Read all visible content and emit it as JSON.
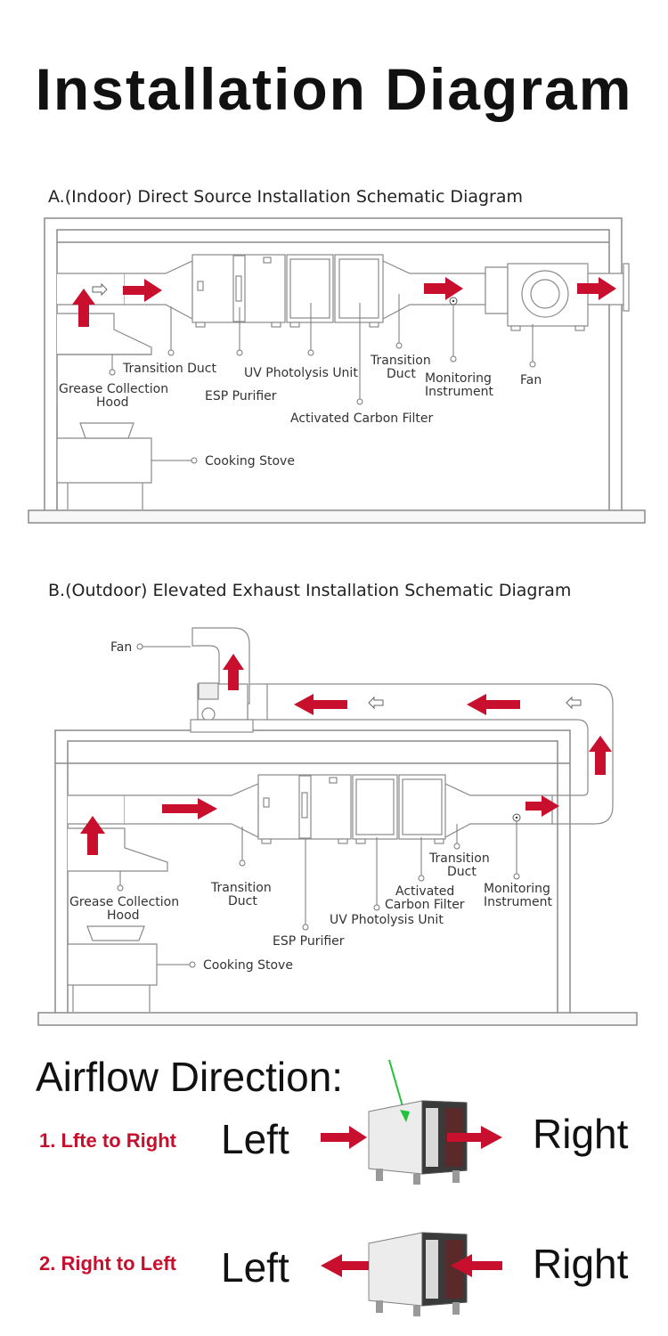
{
  "page_title": "Installation Diagram",
  "section_a": {
    "title": "A.(Indoor) Direct Source Installation Schematic Diagram",
    "labels": {
      "transition_duct_1": "Transition Duct",
      "grease_hood_1": "Grease Collection",
      "grease_hood_2": "Hood",
      "uv_unit": "UV Photolysis Unit",
      "esp": "ESP Purifier",
      "transition_duct_2a": "Transition",
      "transition_duct_2b": "Duct",
      "monitor_a": "Monitoring",
      "monitor_b": "Instrument",
      "fan": "Fan",
      "carbon": "Activated Carbon Filter",
      "stove": "Cooking Stove"
    }
  },
  "section_b": {
    "title": "B.(Outdoor) Elevated Exhaust Installation Schematic Diagram",
    "labels": {
      "fan": "Fan",
      "grease_hood_1": "Grease Collection",
      "grease_hood_2": "Hood",
      "transition_duct_1a": "Transition",
      "transition_duct_1b": "Duct",
      "esp": "ESP Purifier",
      "uv_unit": "UV Photolysis Unit",
      "carbon_a": "Activated",
      "carbon_b": "Carbon Filter",
      "transition_duct_2a": "Transition",
      "transition_duct_2b": "Duct",
      "monitor_a": "Monitoring",
      "monitor_b": "Instrument",
      "stove": "Cooking Stove"
    }
  },
  "airflow": {
    "heading": "Airflow Direction:",
    "option_1": "1. Lfte to Right",
    "option_2": "2. Right to Left",
    "left": "Left",
    "right": "Right"
  },
  "colors": {
    "arrow_red": "#c8102e",
    "connector_green": "#22c33a",
    "line_gray": "#8a8a8a"
  }
}
